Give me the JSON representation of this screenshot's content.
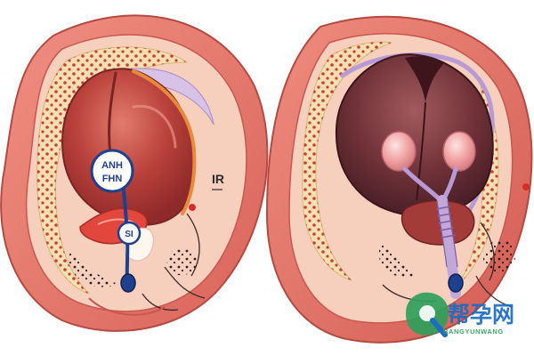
{
  "labels": {
    "left_top": "ANH",
    "left_mid": "FHN",
    "left_small": "SI",
    "right_mark": "IR"
  },
  "watermark": {
    "title": "帮孕网",
    "subtitle": "BANGYUNWANG"
  },
  "colors": {
    "outer_tissue": "#e9867a",
    "outer_tissue_dark": "#c9574e",
    "inner_skin": "#f6c9b8",
    "fat_layer": "#f3dfb2",
    "red_dots": "#c62c25",
    "left_organ": "#b8413b",
    "right_organ": "#6f3238",
    "blue_tube": "#1f3f8f",
    "lavender": "#c2a7d9",
    "watermark_green": "#2e9f5b",
    "watermark_blue": "#1d6cc4"
  }
}
